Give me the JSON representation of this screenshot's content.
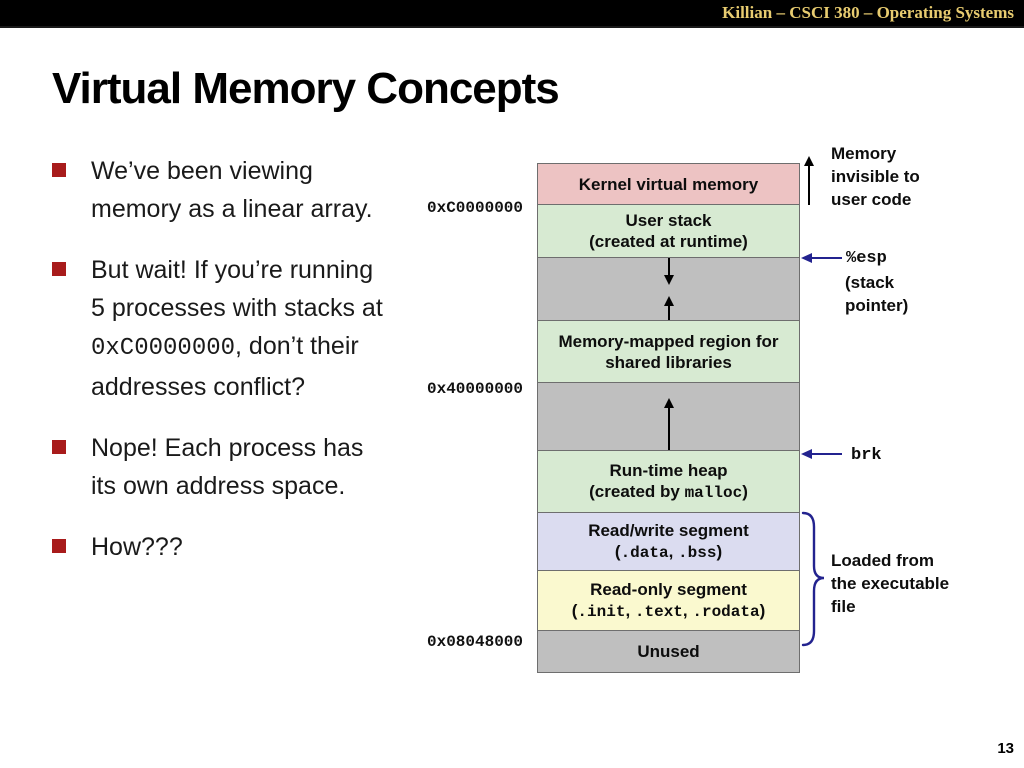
{
  "colors": {
    "header_text": "#E8CC70",
    "bullet_marker": "#A81B1B",
    "box_pink": "#EDC3C3",
    "box_green": "#D7EAD2",
    "box_gray": "#BFBFBF",
    "box_lavender": "#DBDCF0",
    "box_yellow": "#FAF9CF",
    "pointer_navy": "#23238F"
  },
  "header": {
    "course_label": "Killian – CSCI 380 – Operating Systems"
  },
  "title": "Virtual Memory Concepts",
  "bullets": {
    "b1": {
      "text": "We’ve been viewing memory as a linear array."
    },
    "b2": {
      "pre": "But wait! If you’re running 5 processes with stacks at ",
      "mono": "0xC0000000",
      "post": ", don’t their addresses conflict?"
    },
    "b3": {
      "text": "Nope! Each process has its own address space."
    },
    "b4": {
      "text": "How???"
    }
  },
  "diagram": {
    "addresses": {
      "kernel_boundary": "0xC0000000",
      "mmap_boundary": "0x40000000",
      "text_start": "0x08048000"
    },
    "boxes": {
      "kernel": {
        "line1": "Kernel virtual memory"
      },
      "user_stack": {
        "line1": "User stack",
        "line2": "(created at runtime)"
      },
      "mmap": {
        "line1": "Memory-mapped region for",
        "line2": "shared libraries"
      },
      "heap": {
        "line1": "Run-time heap",
        "line2_pre": "(created by ",
        "line2_mono": "malloc",
        "line2_post": ")"
      },
      "rw_segment": {
        "line1": "Read/write segment",
        "open": "(",
        "mono1": ".data",
        "sep1": ", ",
        "mono2": ".bss",
        "close": ")"
      },
      "ro_segment": {
        "line1": "Read-only segment",
        "open": "(",
        "mono1": ".init",
        "sep1": ", ",
        "mono2": ".text",
        "sep2": ", ",
        "mono3": ".rodata",
        "close": ")"
      },
      "unused": {
        "line1": "Unused"
      }
    },
    "annotations": {
      "memory_invisible": "Memory invisible to user code",
      "esp_label": "%esp",
      "esp_sub": "(stack pointer)",
      "brk_label": "brk",
      "loaded_from": "Loaded from the executable file"
    }
  },
  "footer": {
    "page_number": "13"
  }
}
